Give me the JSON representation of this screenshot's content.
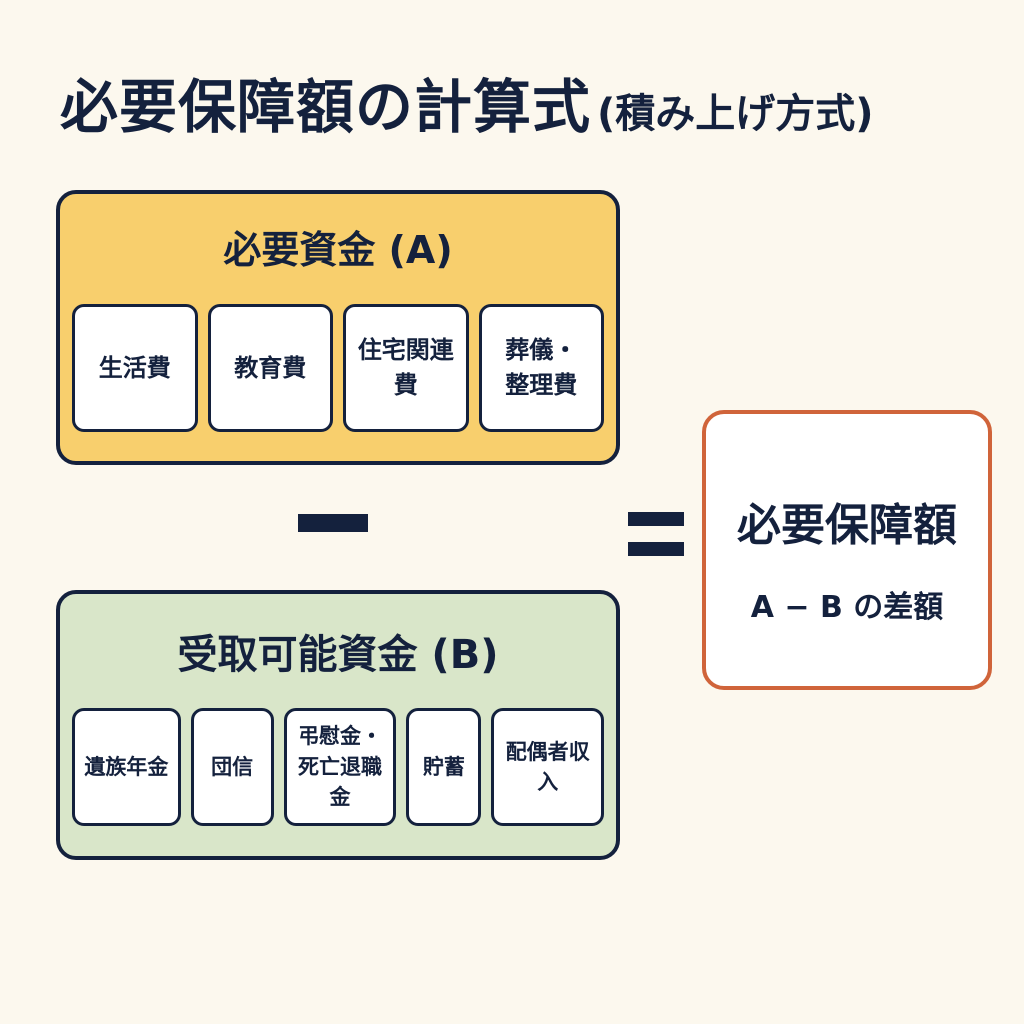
{
  "title": {
    "main": "必要保障額の計算式",
    "sub": "(積み上げ方式)"
  },
  "required_funds": {
    "title": "必要資金 (A)",
    "items": [
      "生活費",
      "教育費",
      "住宅関連費",
      "葬儀・\n整理費"
    ]
  },
  "receivable_funds": {
    "title": "受取可能資金 (B)",
    "items": [
      "遺族年金",
      "団信",
      "弔慰金・\n死亡退職金",
      "貯蓄",
      "配偶者収入"
    ]
  },
  "operators": {
    "minus": "−",
    "equals": "="
  },
  "result": {
    "title": "必要保障額",
    "formula": "A − B の差額"
  },
  "colors": {
    "background": "#fcf8ee",
    "navy": "#14213d",
    "required_panel": "#f8cf6d",
    "receivable_panel": "#d9e6c9",
    "result_border": "#d0643a"
  }
}
